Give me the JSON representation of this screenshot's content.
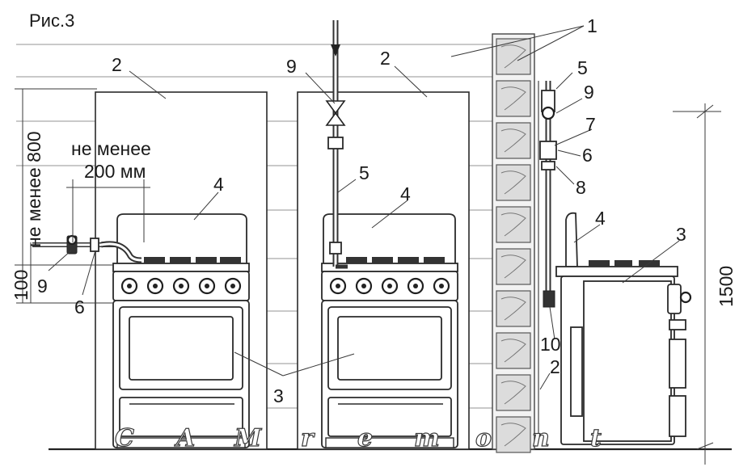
{
  "figure": {
    "caption": "Рис.3",
    "dimensions": {
      "vertical_min_800": "не менее 800",
      "horizontal_min_200_line1": "не менее",
      "horizontal_min_200_line2": "200 мм",
      "height_100": "100",
      "height_1500": "1500"
    },
    "callouts": {
      "c1": "1",
      "c2a": "2",
      "c2b": "2",
      "c2c": "2",
      "c3a": "3",
      "c3b": "3",
      "c4a": "4",
      "c4b": "4",
      "c4c": "4",
      "c5a": "5",
      "c5b": "5",
      "c6a": "6",
      "c6b": "6",
      "c7": "7",
      "c8": "8",
      "c9a": "9",
      "c9b": "9",
      "c9c": "9",
      "c10": "10"
    },
    "watermark": [
      "C",
      "A",
      "M",
      "r",
      "e",
      "m",
      "o",
      "n",
      "t"
    ]
  }
}
